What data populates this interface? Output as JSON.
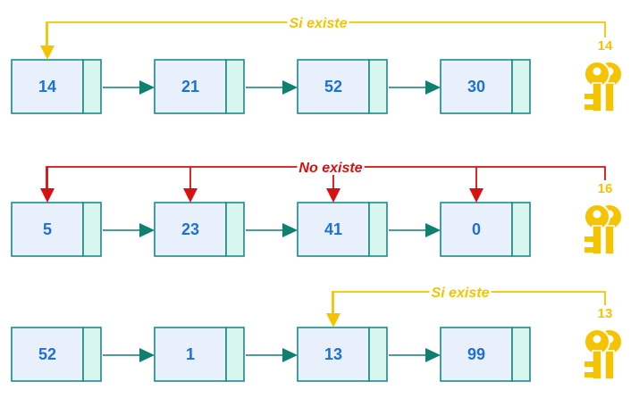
{
  "colors": {
    "node_fill": "#e8f1fb",
    "node_stroke": "#1b8a8a",
    "pointer_fill": "#d8f5ee",
    "value_text": "#1f6fd6",
    "link_arrow": "#0f8070",
    "found": "#f5c400",
    "not_found": "#d81010"
  },
  "rows": [
    {
      "values": [
        "14",
        "21",
        "52",
        "30"
      ],
      "status_label": "Si existe",
      "found": true,
      "key": "14",
      "arrow_targets": [
        0
      ]
    },
    {
      "values": [
        "5",
        "23",
        "41",
        "0"
      ],
      "status_label": "No existe",
      "found": false,
      "key": "16",
      "arrow_targets": [
        0,
        1,
        2,
        3
      ]
    },
    {
      "values": [
        "52",
        "1",
        "13",
        "99"
      ],
      "status_label": "Si existe",
      "found": true,
      "key": "13",
      "arrow_targets": [
        2
      ]
    }
  ]
}
